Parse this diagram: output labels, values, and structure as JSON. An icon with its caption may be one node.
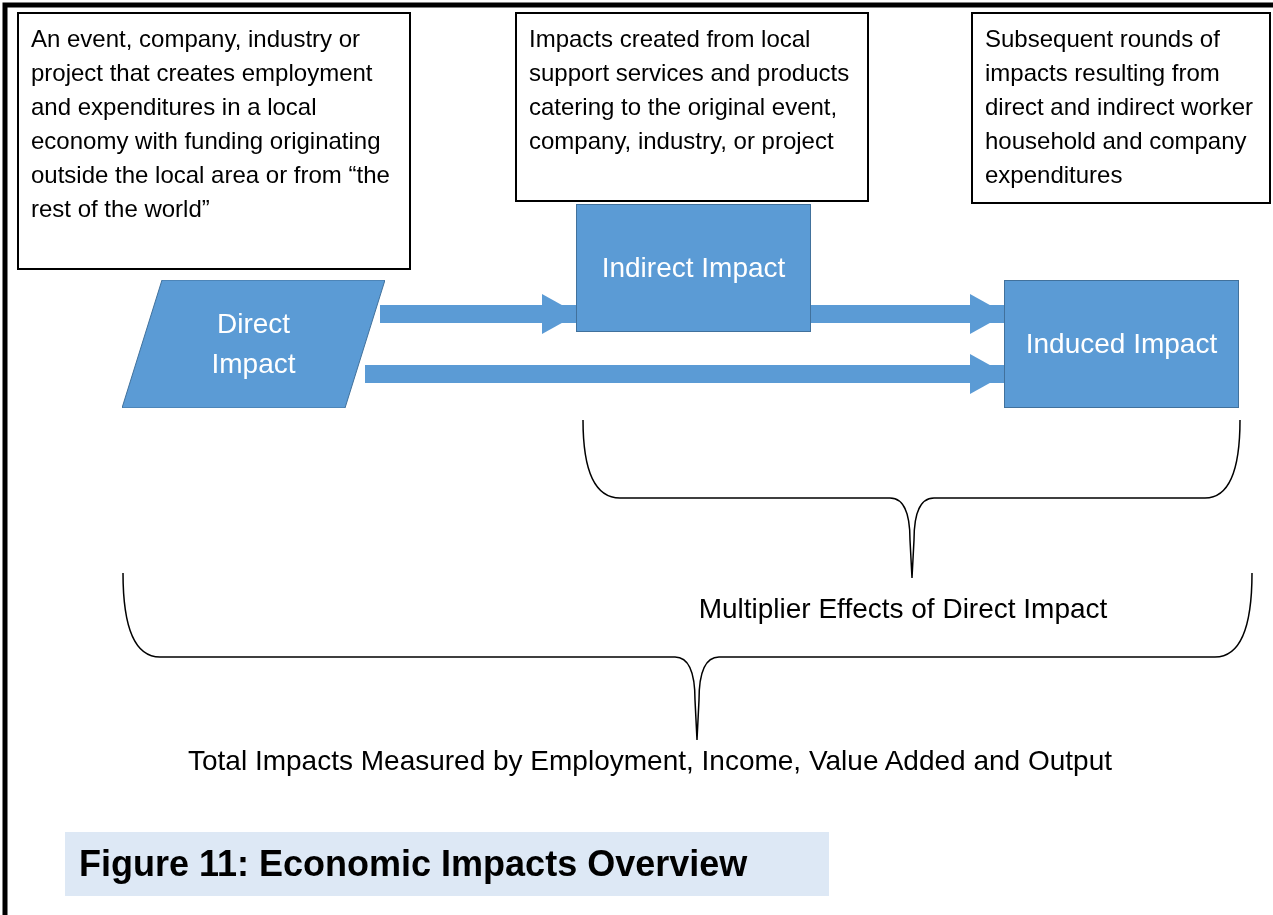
{
  "diagram": {
    "caption": "Figure 11: Economic Impacts Overview",
    "nodes": [
      {
        "text": [
          "An event, company, industry or project that creates employment and expenditures in a local economy with funding originating outside the local area or from “the rest of the world”"
        ]
      },
      {
        "text": [
          "Impacts created from local support services and products catering to the original event, company, industry, or project"
        ]
      },
      {
        "text": [
          "Subsequent rounds of impacts resulting from direct and indirect worker household and company expenditures"
        ]
      },
      {
        "text": [
          "Direct Impact"
        ]
      },
      {
        "text": [
          "Indirect Impact"
        ]
      },
      {
        "text": [
          "Induced Impact"
        ]
      }
    ],
    "edges": [
      {
        "from": 3,
        "to": 4,
        "arrow": "to"
      },
      {
        "from": 4,
        "to": 5,
        "arrow": "to"
      },
      {
        "from": 3,
        "to": 5,
        "arrow": "to"
      }
    ],
    "labels": [
      "Multiplier Effects of Direct Impact",
      "Total Impacts Measured by Employment, Income, Value Added and Output"
    ]
  }
}
